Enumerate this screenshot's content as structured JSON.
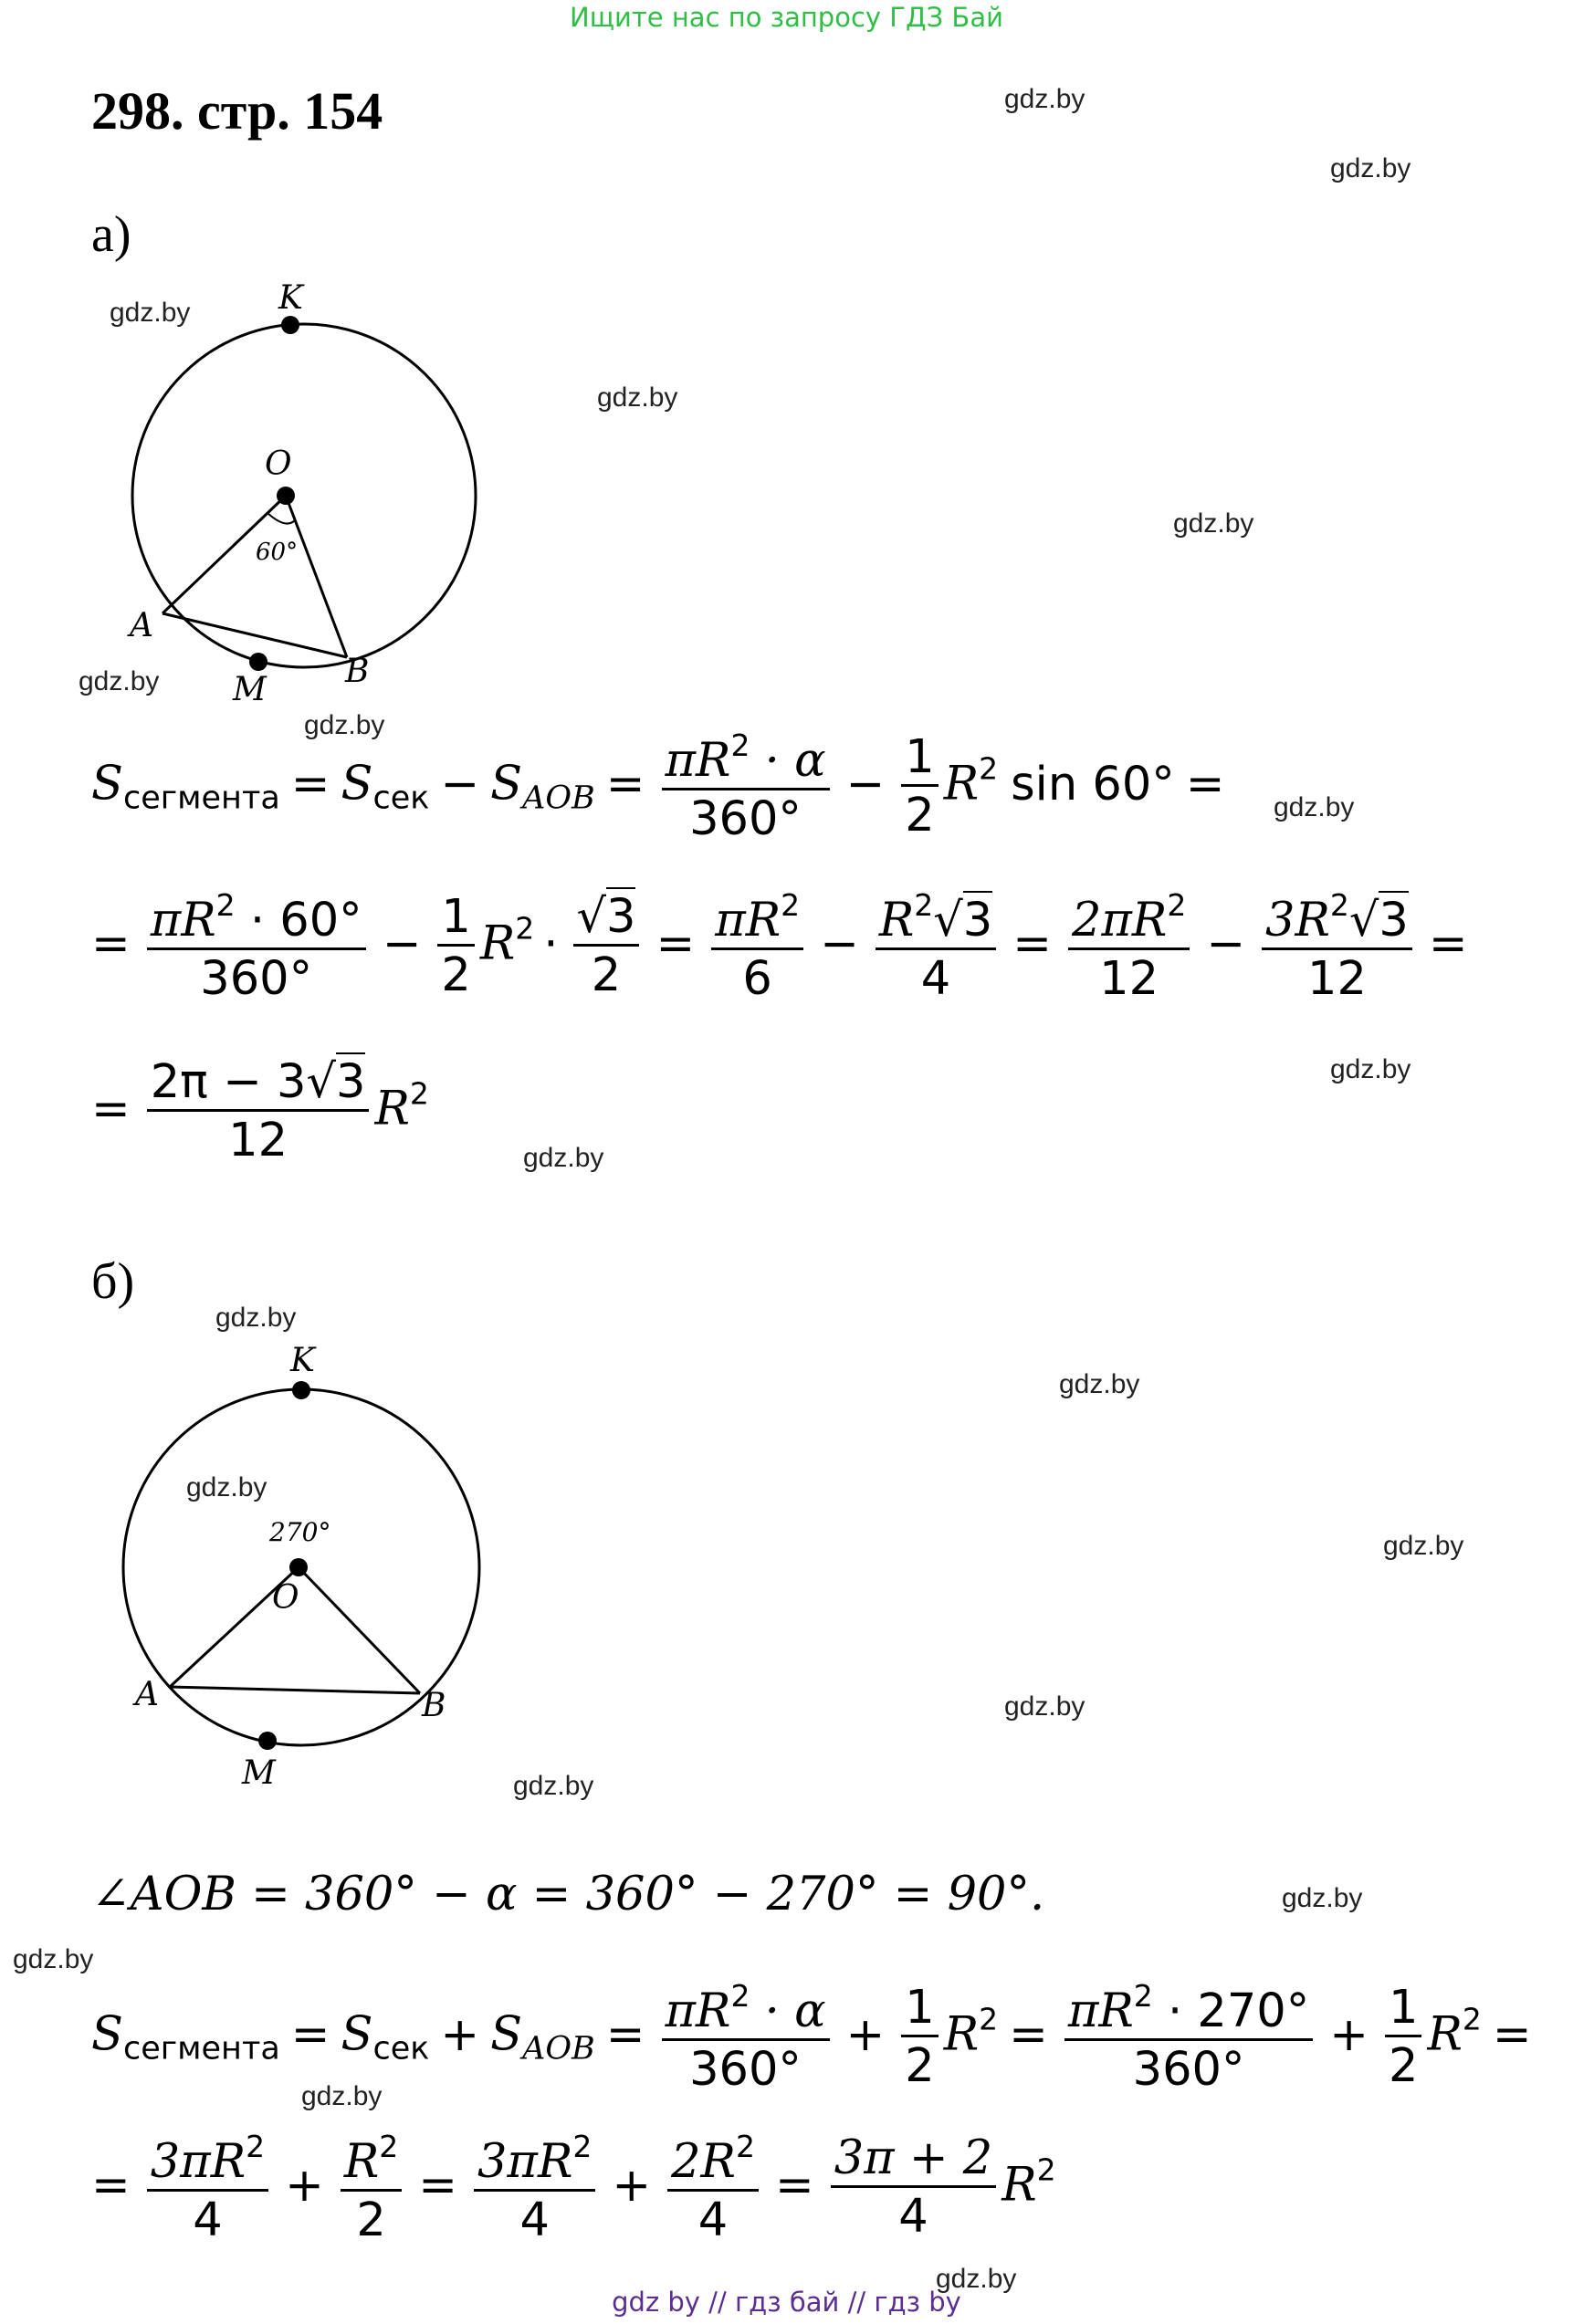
{
  "banner_top": "Ищите нас по запросу ГДЗ Бай",
  "banner_bottom": "gdz by  //  гдз бай  //  гдз by",
  "heading": "298. стр. 154",
  "watermark": "gdz.by",
  "part_a": {
    "label": "а)",
    "figure": {
      "labels": {
        "k": "K",
        "o": "O",
        "angle": "60°",
        "a": "A",
        "b": "B",
        "m": "M"
      }
    },
    "line1": {
      "s": "S",
      "sub_segment": "сегмента",
      "eq": "=",
      "sub_sek": "сек",
      "minus": "−",
      "sub_aob": "AOB",
      "f1_num": "πR",
      "sq": "2",
      "f1_num_tail": " · α",
      "f1_den": "360°",
      "half_num": "1",
      "half_den": "2",
      "r": "R",
      "sin": "sin 60°"
    },
    "line2": {
      "f1_num_tail": " · 60°",
      "f1_den": "360°",
      "half_num": "1",
      "half_den": "2",
      "dot": "·",
      "root_sym": "√",
      "three": "3",
      "f2_den": "2",
      "f3_den": "6",
      "f4_den": "4",
      "f5_num": "2πR",
      "f5_den": "12",
      "f6_num": "3R",
      "f6_den": "12"
    },
    "line3": {
      "num": "2π − 3",
      "den": "12"
    }
  },
  "part_b": {
    "label": "б)",
    "figure": {
      "labels": {
        "k": "K",
        "angle": "270°",
        "o": "O",
        "a": "A",
        "b": "B",
        "m": "M"
      }
    },
    "line1": {
      "angle": "∠AOB = 360° − α = 360° − 270° = 90°."
    },
    "line2": {
      "plus": "+",
      "f2_num_tail": " · 270°",
      "f2_den": "360°"
    },
    "line3": {
      "f1_num": "3πR",
      "f1_den": "4",
      "f2_den": "2",
      "f3_num": "3πR",
      "f3_den": "4",
      "f4_num": "2R",
      "f4_den": "4",
      "f5_num": "3π + 2",
      "f5_den": "4"
    }
  }
}
